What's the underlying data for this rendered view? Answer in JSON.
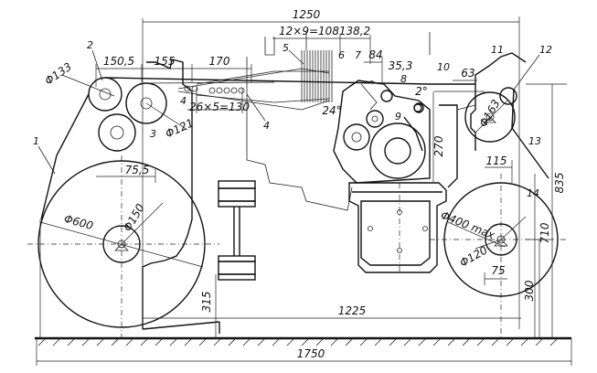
{
  "dimensions": {
    "overall_top": "1250",
    "reed_pitch": "12×9=108",
    "d_138_2": "138,2",
    "d_150_5": "150,5",
    "d_155": "155",
    "d_170": "170",
    "d_84": "84",
    "d_35_3": "35,3",
    "phi_133": "Φ133",
    "heddle_pitch": "26×5=130",
    "phi_121": "Φ121",
    "angle_24": "24°",
    "angle_2": "2°",
    "d_63": "63",
    "phi_163": "Φ163",
    "d_75_5": "75,5",
    "phi_150": "Φ150",
    "phi_600": "Φ600",
    "d_270": "270",
    "d_115": "115",
    "phi_400": "Φ400 max",
    "phi_120": "Φ120",
    "d_75": "75",
    "d_710": "710",
    "d_300": "300",
    "d_835": "835",
    "d_315": "315",
    "d_1225": "1225",
    "overall_bottom": "1750"
  },
  "callouts": [
    "1",
    "2",
    "3",
    "4",
    "4",
    "5",
    "6",
    "7",
    "8",
    "9",
    "10",
    "11",
    "12",
    "13",
    "14"
  ]
}
